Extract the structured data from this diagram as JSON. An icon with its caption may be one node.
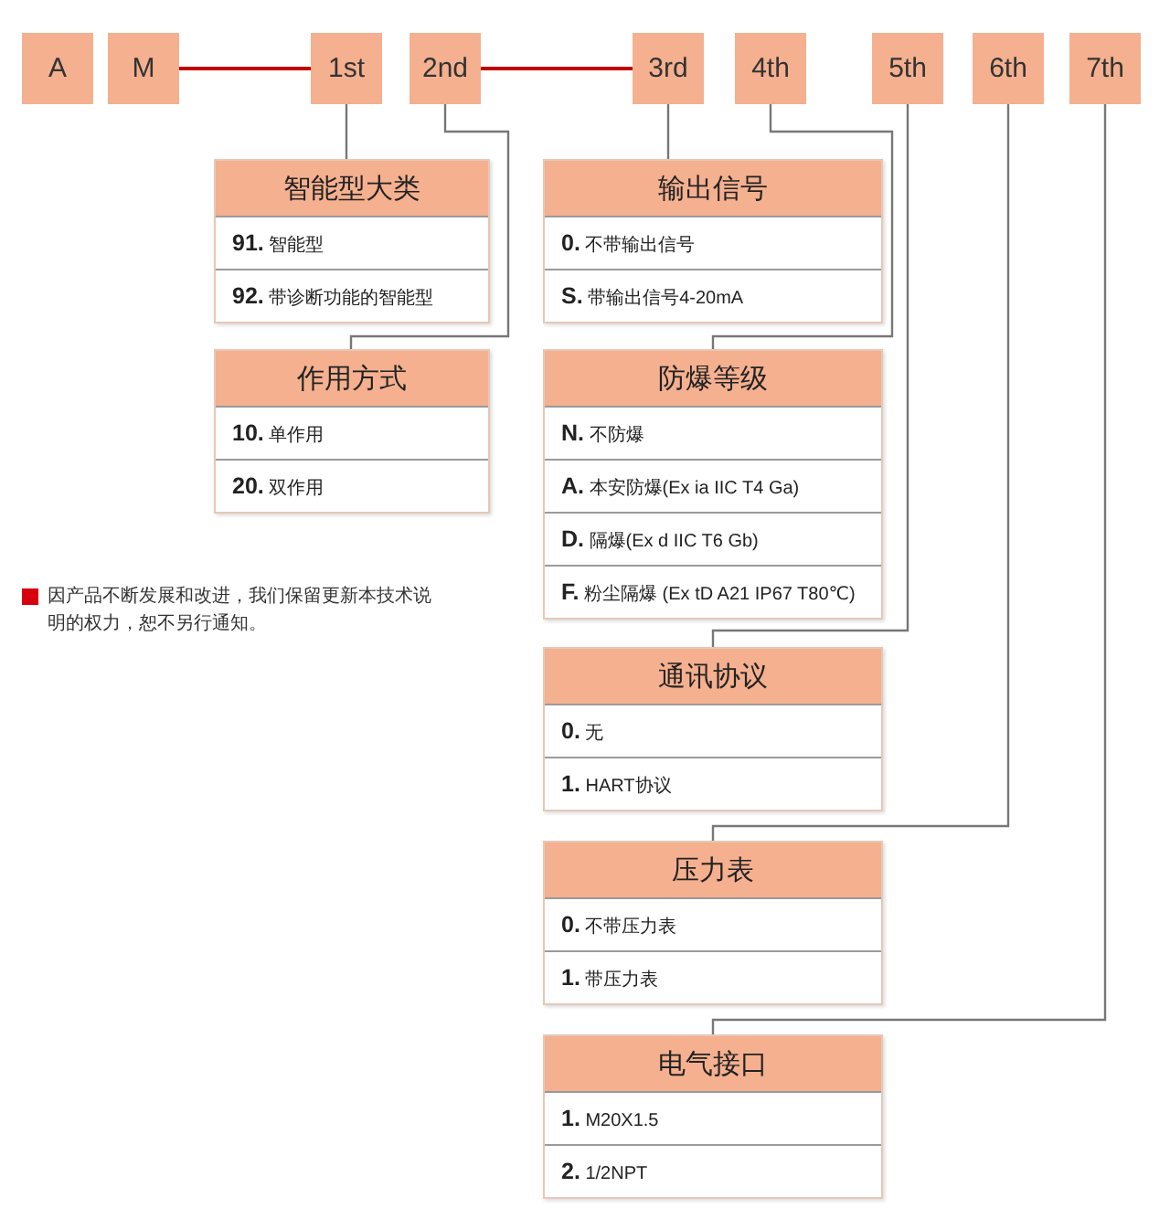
{
  "diagram": {
    "nodes": [
      {
        "text": [
          "A"
        ]
      },
      {
        "text": [
          "M"
        ]
      },
      {
        "text": [
          "1st"
        ]
      },
      {
        "text": [
          "2nd"
        ]
      },
      {
        "text": [
          "3rd"
        ]
      },
      {
        "text": [
          "4th"
        ]
      },
      {
        "text": [
          "5th"
        ]
      },
      {
        "text": [
          "6th"
        ]
      },
      {
        "text": [
          "7th"
        ]
      },
      {
        "text": [
          "智能型大类",
          "**91.** 智能型",
          "**92.** 带诊断功能的智能型"
        ]
      },
      {
        "text": [
          "作用方式",
          "**10.** 单作用",
          "**20.** 双作用"
        ]
      },
      {
        "text": [
          "输出信号",
          "**0.** 不带输出信号",
          "**S.** 带输出信号4-20mA"
        ]
      },
      {
        "text": [
          "防爆等级",
          "**N.** 不防爆",
          "**A.** 本安防爆(Ex ia IIC T4 Ga)",
          "**D.** 隔爆(Ex d IIC T6 Gb)",
          "**F.** 粉尘隔爆 (Ex tD A21 IP67 T80℃)"
        ]
      },
      {
        "text": [
          "通讯协议",
          "**0.** 无",
          "**1.** HART协议"
        ]
      },
      {
        "text": [
          "压力表",
          "**0.** 不带压力表",
          "**1.** 带压力表"
        ]
      },
      {
        "text": [
          "电气接口",
          "**1.** M20X1.5",
          "**2.** 1/2NPT"
        ]
      }
    ],
    "edges": [
      {
        "from": 1,
        "to": 2,
        "arrow": "none",
        "color": "#c00000"
      },
      {
        "from": 3,
        "to": 4,
        "arrow": "none",
        "color": "#c00000"
      },
      {
        "from": 2,
        "to": 9,
        "arrow": "none"
      },
      {
        "from": 3,
        "to": 10,
        "arrow": "none"
      },
      {
        "from": 4,
        "to": 11,
        "arrow": "none"
      },
      {
        "from": 5,
        "to": 12,
        "arrow": "none"
      },
      {
        "from": 6,
        "to": 13,
        "arrow": "none"
      },
      {
        "from": 7,
        "to": 14,
        "arrow": "none"
      },
      {
        "from": 8,
        "to": 15,
        "arrow": "none"
      }
    ],
    "labels": [
      "因产品不断发展和改进，我们保留更新本技术说明的权力，恕不另行通知。"
    ]
  }
}
